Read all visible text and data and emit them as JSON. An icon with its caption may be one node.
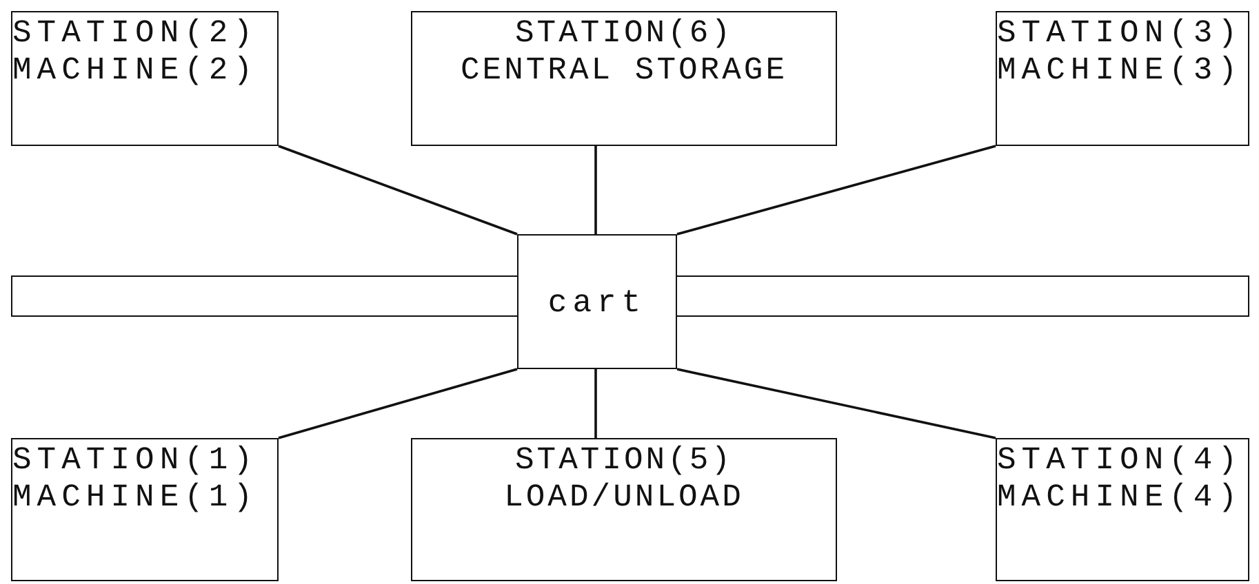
{
  "diagram": {
    "nodes": [
      {
        "text": [
          "STATION(2)",
          "MACHINE(2)"
        ]
      },
      {
        "text": [
          "STATION(6)",
          "CENTRAL STORAGE"
        ]
      },
      {
        "text": [
          "STATION(3)",
          "MACHINE(3)"
        ]
      },
      {
        "text": [],
        "shape": "bar"
      },
      {
        "text": [
          "cart"
        ]
      },
      {
        "text": [],
        "shape": "bar"
      },
      {
        "text": [
          "STATION(1)",
          "MACHINE(1)"
        ]
      },
      {
        "text": [
          "STATION(5)",
          "LOAD/UNLOAD"
        ]
      },
      {
        "text": [
          "STATION(4)",
          "MACHINE(4)"
        ]
      }
    ],
    "edges": [
      {
        "from": 4,
        "to": 0,
        "arrow": "none"
      },
      {
        "from": 4,
        "to": 1,
        "arrow": "none"
      },
      {
        "from": 4,
        "to": 2,
        "arrow": "none"
      },
      {
        "from": 4,
        "to": 6,
        "arrow": "none"
      },
      {
        "from": 4,
        "to": 7,
        "arrow": "none"
      },
      {
        "from": 4,
        "to": 8,
        "arrow": "none"
      }
    ]
  }
}
